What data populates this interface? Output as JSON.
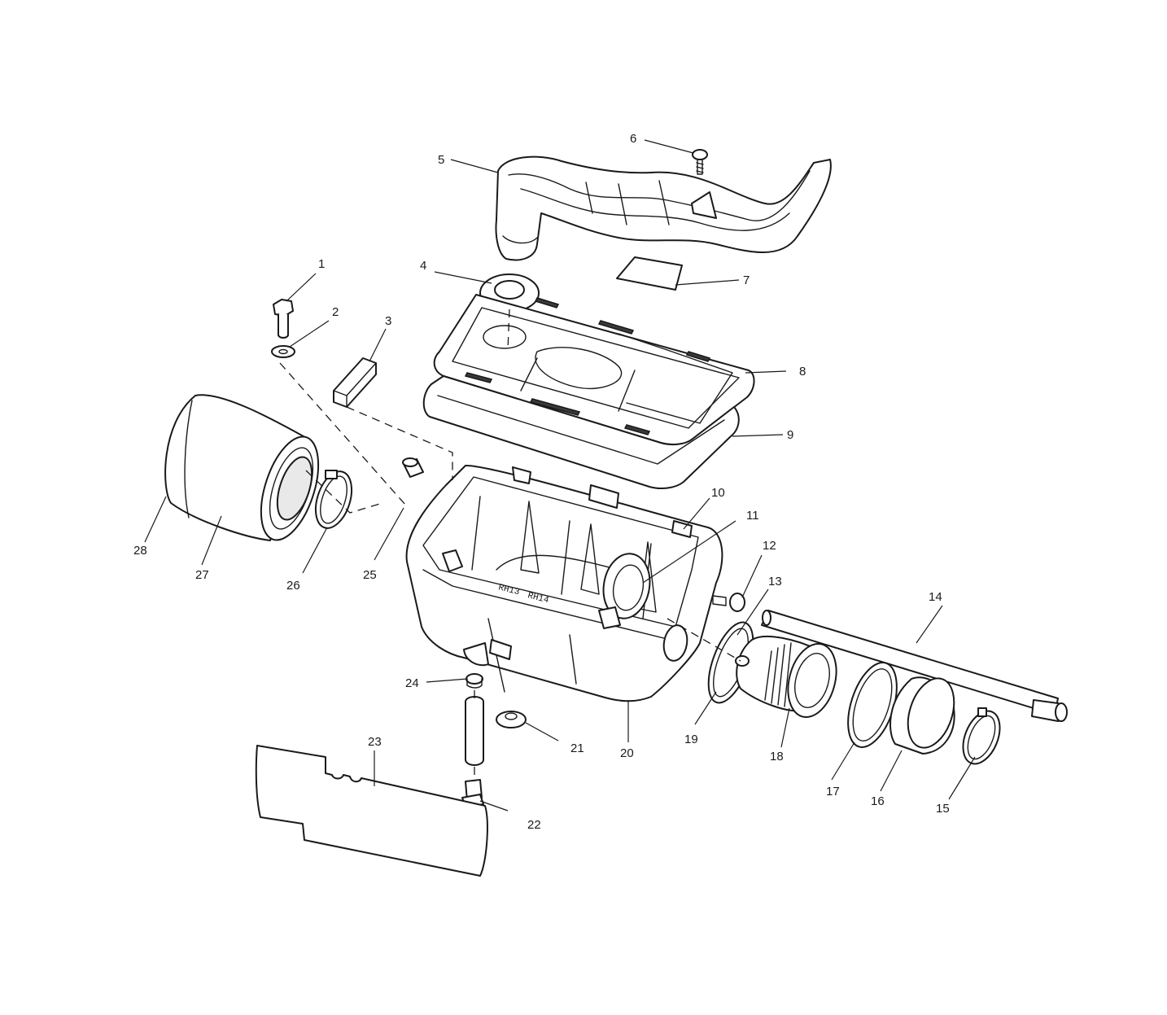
{
  "callouts": {
    "c1": "1",
    "c2": "2",
    "c3": "3",
    "c4": "4",
    "c5": "5",
    "c6": "6",
    "c7": "7",
    "c8": "8",
    "c9": "9",
    "c10": "10",
    "c11": "11",
    "c12": "12",
    "c13": "13",
    "c14": "14",
    "c15": "15",
    "c16": "16",
    "c17": "17",
    "c18": "18",
    "c19": "19",
    "c20": "20",
    "c21": "21",
    "c22": "22",
    "c23": "23",
    "c24": "24",
    "c25": "25",
    "c26": "26",
    "c27": "27",
    "c28": "28"
  },
  "stamps": {
    "left": "RH13",
    "right": "RH14"
  },
  "colors": {
    "line": "#1a1a1a",
    "background": "#ffffff"
  }
}
